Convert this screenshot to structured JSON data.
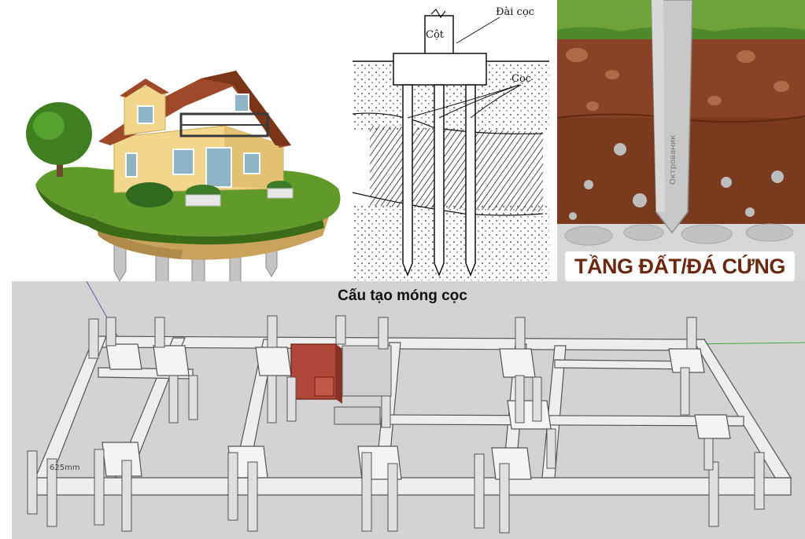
{
  "section": {
    "column_label": "Cột",
    "pile_cap_label": "Đài cọc",
    "pile_label": "Cọc"
  },
  "soil": {
    "hard_layer_label": "TẦNG ĐẤT/ĐÁ CỨNG",
    "pile_marking": "Октрованик"
  },
  "model": {
    "caption": "Cấu tạo móng cọc",
    "dimension_text": "625mm"
  },
  "colors": {
    "lawn": "#5f9a2a",
    "soil_brown": "#7a3a1e",
    "concrete": "#c9c9c9",
    "highlight_red": "#b0473b",
    "label_brown": "#6b2a10"
  }
}
